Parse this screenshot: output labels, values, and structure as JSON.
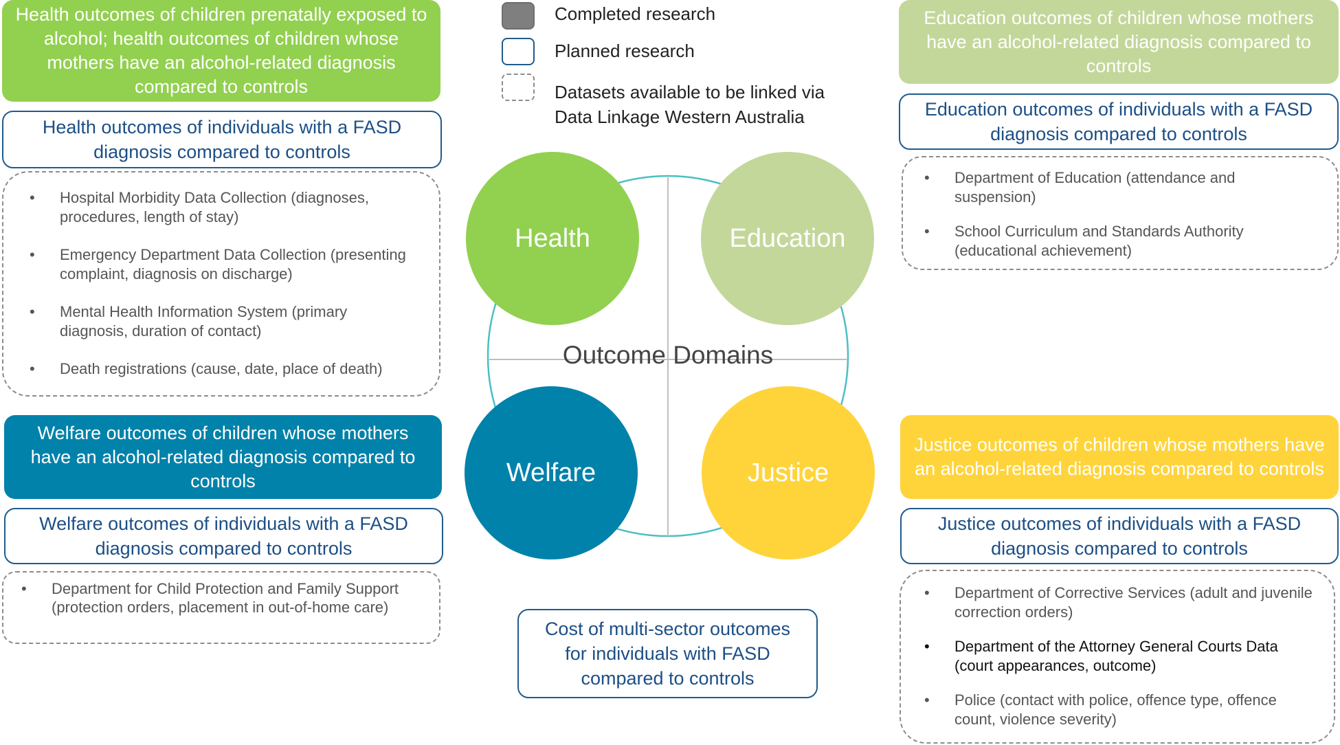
{
  "legend": {
    "completed": "Completed research",
    "planned": "Planned research",
    "datasets": "Datasets available to be linked via Data Linkage Western Australia"
  },
  "center": {
    "title": "Outcome Domains",
    "cost": "Cost of multi-sector outcomes for individuals with FASD compared to controls"
  },
  "domains": {
    "health": {
      "label": "Health",
      "completed": "Health outcomes of children prenatally exposed to alcohol; health outcomes of children whose mothers have an alcohol-related diagnosis compared to controls",
      "planned": "Health outcomes of individuals with a FASD diagnosis compared to controls",
      "datasets": [
        "Hospital Morbidity Data Collection (diagnoses, procedures, length of stay)",
        "Emergency Department Data Collection (presenting complaint, diagnosis on discharge)",
        "Mental Health Information System (primary diagnosis, duration of contact)",
        "Death registrations (cause, date, place of death)"
      ]
    },
    "education": {
      "label": "Education",
      "completed": "Education outcomes of children whose mothers have an alcohol-related diagnosis compared to controls",
      "planned": "Education outcomes of individuals with a FASD diagnosis compared to controls",
      "datasets": [
        "Department of Education (attendance and suspension)",
        "School Curriculum and Standards Authority (educational achievement)"
      ]
    },
    "welfare": {
      "label": "Welfare",
      "completed": "Welfare outcomes of children whose mothers have an alcohol-related diagnosis compared to controls",
      "planned": "Welfare outcomes of individuals with a FASD diagnosis compared to controls",
      "datasets": [
        "Department for Child Protection and Family Support (protection orders, placement in out-of-home care)"
      ]
    },
    "justice": {
      "label": "Justice",
      "completed": "Justice outcomes of children whose mothers have an alcohol-related diagnosis compared to controls",
      "planned": "Justice outcomes of individuals with a FASD diagnosis compared to controls",
      "datasets": [
        "Department of Corrective Services (adult and juvenile correction orders)",
        "Department of the Attorney General Courts Data (court appearances, outcome)",
        "Police (contact with police, offence type, offence count, violence severity)"
      ]
    }
  },
  "colors": {
    "health": "#92d050",
    "education": "#c4d79b",
    "welfare": "#0082aa",
    "justice": "#ffd43b",
    "ring": "#4bbfc4",
    "planned_border": "#1f5b8c",
    "legend_completed": "#808080"
  }
}
